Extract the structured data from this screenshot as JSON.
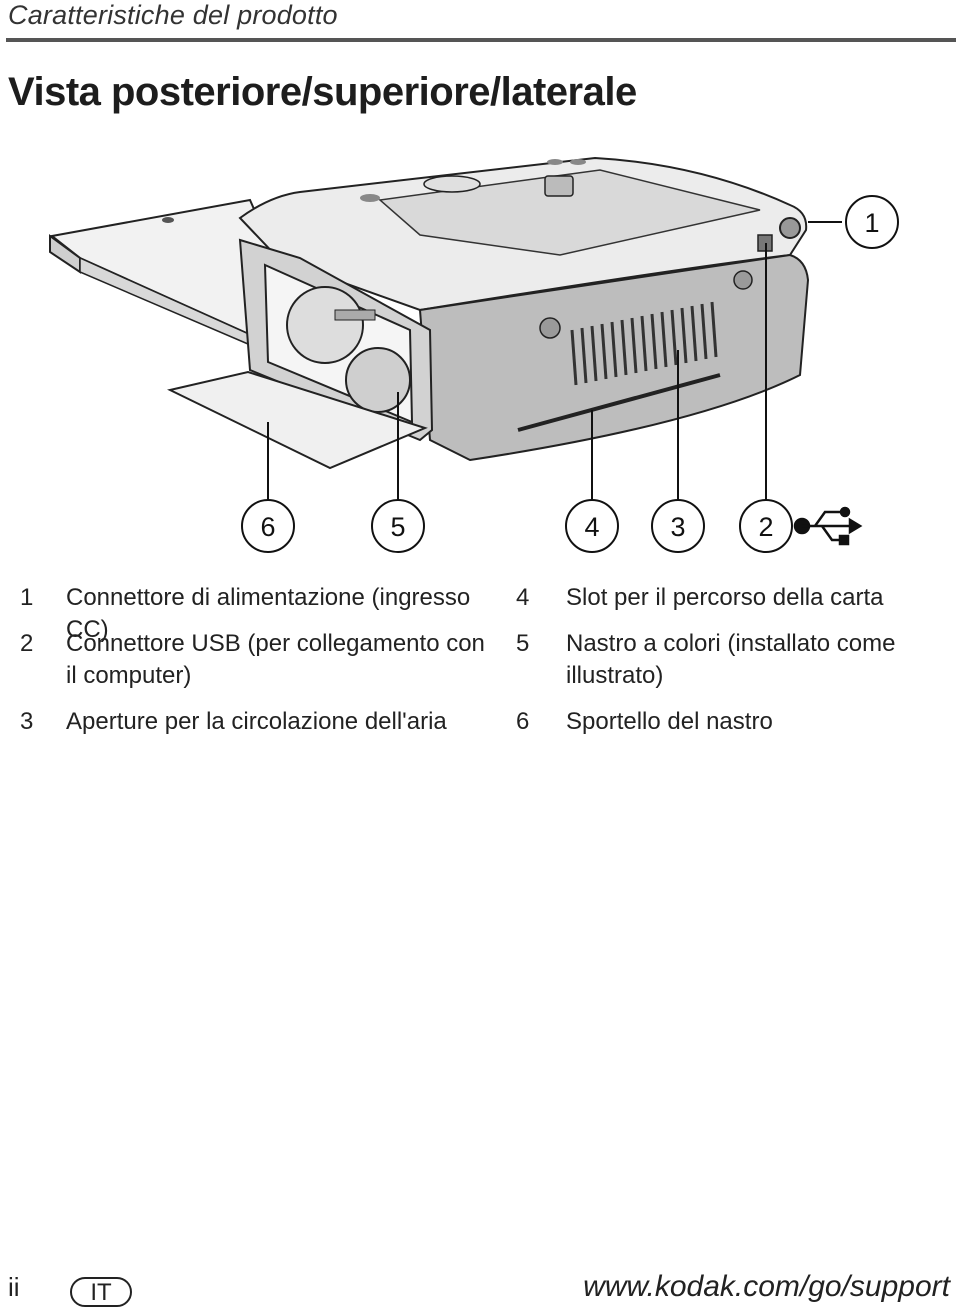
{
  "header": {
    "section": "Caratteristiche del prodotto",
    "title": "Vista posteriore/superiore/laterale"
  },
  "callouts": [
    "1",
    "6",
    "5",
    "4",
    "3",
    "2"
  ],
  "legend": [
    {
      "num": "1",
      "text": "Connettore di alimentazione (ingresso CC)"
    },
    {
      "num": "2",
      "text": "Connettore USB (per collegamento con il computer)"
    },
    {
      "num": "3",
      "text": "Aperture per la circolazione dell'aria"
    },
    {
      "num": "4",
      "text": "Slot per il percorso della carta"
    },
    {
      "num": "5",
      "text": "Nastro a colori (installato come illustrato)"
    },
    {
      "num": "6",
      "text": "Sportello del nastro"
    }
  ],
  "icons": {
    "usb": "usb-icon"
  },
  "footer": {
    "page": "ii",
    "language": "IT",
    "url": "www.kodak.com/go/support"
  }
}
